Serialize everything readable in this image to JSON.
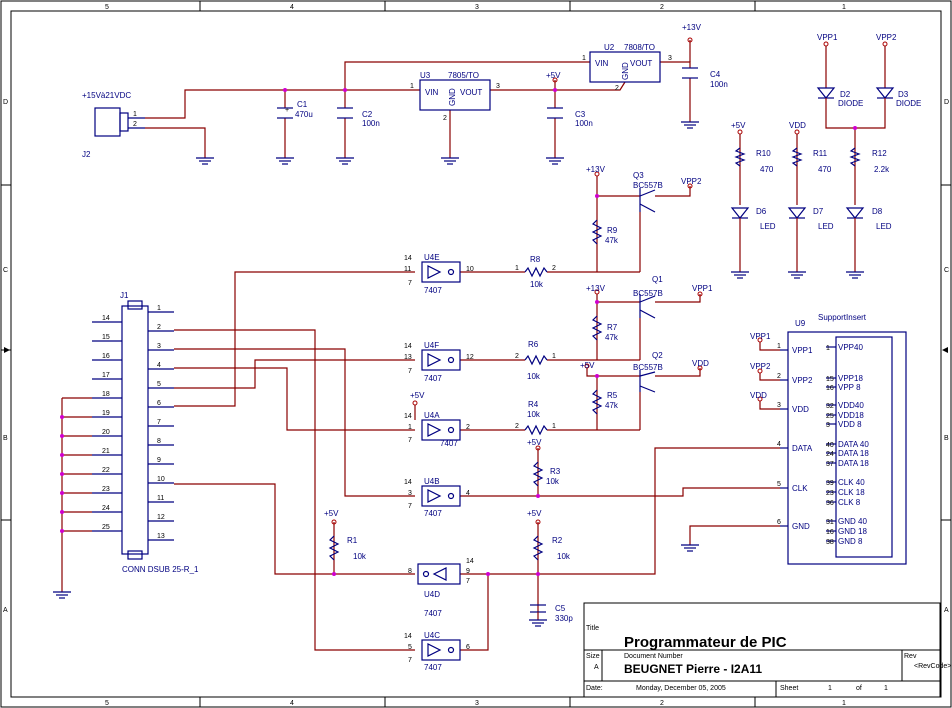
{
  "border": {
    "top_cols": [
      "5",
      "4",
      "3",
      "2",
      "1"
    ],
    "bottom_cols": [
      "5",
      "4",
      "3",
      "2",
      "1"
    ],
    "rows": [
      "D",
      "C",
      "B",
      "A"
    ]
  },
  "power_labels": {
    "p13v_top": "+13V",
    "p5v_u3": "+5V",
    "vpp1_top": "VPP1",
    "vpp2_top": "VPP2",
    "p5v_r10": "+5V",
    "vdd_r11": "VDD",
    "p13v_q3": "+13V",
    "vpp2_q3": "VPP2",
    "p13v_q1": "+13V",
    "vpp1_q1": "VPP1",
    "p5v_q2": "+5V",
    "vdd_q2": "VDD",
    "p5v_u4a": "+5V",
    "p5v_r3": "+5V",
    "p5v_r1": "+5V",
    "p5v_r2": "+5V",
    "vpp1_u9": "VPP1",
    "vpp2_u9": "VPP2",
    "vdd_u9": "VDD"
  },
  "components": {
    "j2": {
      "ref": "J2",
      "value": "+15Và21VDC"
    },
    "c1": {
      "ref": "C1",
      "value": "470u"
    },
    "c2": {
      "ref": "C2",
      "value": "100n"
    },
    "u3": {
      "ref": "U3",
      "value": "7805/TO",
      "vin": "VIN",
      "gnd": "GND",
      "vout": "VOUT"
    },
    "c3": {
      "ref": "C3",
      "value": "100n"
    },
    "u2": {
      "ref": "U2",
      "value": "7808/TO",
      "vin": "VIN",
      "gnd": "GND",
      "vout": "VOUT"
    },
    "c4": {
      "ref": "C4",
      "value": "100n"
    },
    "d2": {
      "ref": "D2",
      "value": "DIODE"
    },
    "d3": {
      "ref": "D3",
      "value": "DIODE"
    },
    "r10": {
      "ref": "R10",
      "value": "470"
    },
    "r11": {
      "ref": "R11",
      "value": "470"
    },
    "r12": {
      "ref": "R12",
      "value": "2.2k"
    },
    "d6": {
      "ref": "D6",
      "value": "LED"
    },
    "d7": {
      "ref": "D7",
      "value": "LED"
    },
    "d8": {
      "ref": "D8",
      "value": "LED"
    },
    "q3": {
      "ref": "Q3",
      "value": "BC557B"
    },
    "q1": {
      "ref": "Q1",
      "value": "BC557B"
    },
    "q2": {
      "ref": "Q2",
      "value": "BC557B"
    },
    "r9": {
      "ref": "R9",
      "value": "47k"
    },
    "r7": {
      "ref": "R7",
      "value": "47k"
    },
    "r5": {
      "ref": "R5",
      "value": "47k"
    },
    "r8": {
      "ref": "R8",
      "value": "10k"
    },
    "r6": {
      "ref": "R6",
      "value": "10k"
    },
    "r4": {
      "ref": "R4",
      "value": "10k"
    },
    "r3": {
      "ref": "R3",
      "value": "10k"
    },
    "r2": {
      "ref": "R2",
      "value": "10k"
    },
    "r1": {
      "ref": "R1",
      "value": "10k"
    },
    "c5": {
      "ref": "C5",
      "value": "330p"
    },
    "u4e": {
      "ref": "U4E",
      "value": "7407"
    },
    "u4f": {
      "ref": "U4F",
      "value": "7407"
    },
    "u4a": {
      "ref": "U4A",
      "value": "7407"
    },
    "u4b": {
      "ref": "U4B",
      "value": "7407"
    },
    "u4d": {
      "ref": "U4D",
      "value": "7407"
    },
    "u4c": {
      "ref": "U4C",
      "value": "7407"
    },
    "j1": {
      "ref": "J1",
      "value": "CONN DSUB 25-R_1",
      "left_pins": [
        "14",
        "15",
        "16",
        "17",
        "18",
        "19",
        "20",
        "21",
        "22",
        "23",
        "24",
        "25"
      ],
      "right_pins": [
        "1",
        "2",
        "3",
        "4",
        "5",
        "6",
        "7",
        "8",
        "9",
        "10",
        "11",
        "12",
        "13"
      ]
    },
    "u9": {
      "ref": "U9",
      "value": "SupportInsert",
      "left": [
        {
          "num": "1",
          "name": "VPP1"
        },
        {
          "num": "2",
          "name": "VPP2"
        },
        {
          "num": "3",
          "name": "VDD"
        },
        {
          "num": "4",
          "name": "DATA"
        },
        {
          "num": "5",
          "name": "CLK"
        },
        {
          "num": "6",
          "name": "GND"
        }
      ],
      "inner": [
        {
          "num": "1",
          "name": "VPP40"
        },
        {
          "num": "15",
          "name": "VPP18"
        },
        {
          "num": "16",
          "name": "VPP 8"
        },
        {
          "num": "32",
          "name": "VDD40"
        },
        {
          "num": "25",
          "name": "VDD18"
        },
        {
          "num": "3",
          "name": "VDD 8"
        },
        {
          "num": "40",
          "name": "DATA 40"
        },
        {
          "num": "24",
          "name": "DATA 18"
        },
        {
          "num": "37",
          "name": "DATA 18"
        },
        {
          "num": "39",
          "name": "CLK 40"
        },
        {
          "num": "23",
          "name": "CLK 18"
        },
        {
          "num": "36",
          "name": "CLK 8"
        },
        {
          "num": "31",
          "name": "GND 40"
        },
        {
          "num": "16",
          "name": "GND 18"
        },
        {
          "num": "38",
          "name": "GND 8"
        }
      ]
    }
  },
  "title_block": {
    "title_label": "Title",
    "title": "Programmateur de PIC",
    "size_label": "Size",
    "size": "A",
    "docnum_label": "Document Number",
    "docnum": "BEUGNET Pierre - I2A11",
    "rev_label": "Rev",
    "rev": "<RevCode>",
    "date_label": "Date:",
    "date": "Monday, December 05, 2005",
    "sheet_label": "Sheet",
    "sheet": "1",
    "of_label": "of",
    "of": "1"
  }
}
